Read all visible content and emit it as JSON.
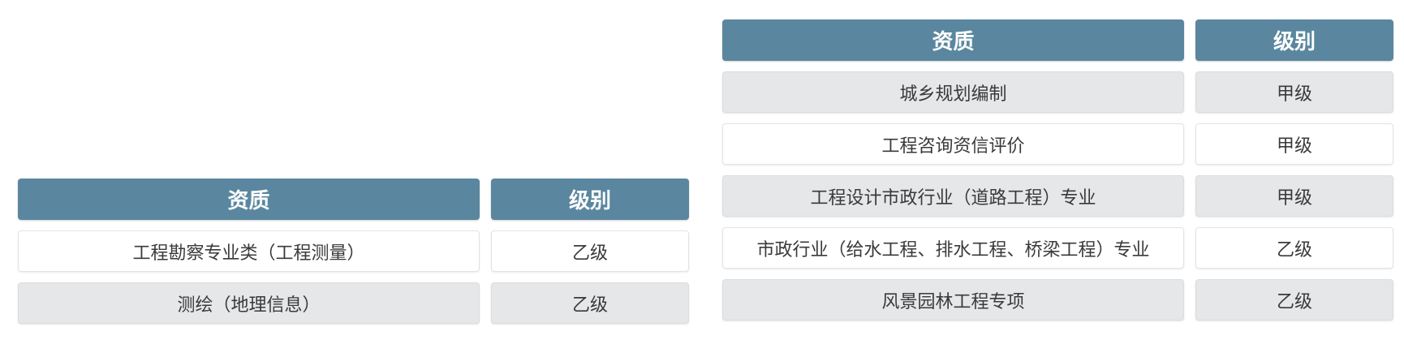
{
  "left_table": {
    "header": {
      "qualification": "资质",
      "level": "级别"
    },
    "rows": [
      {
        "qualification": "工程勘察专业类（工程测量）",
        "level": "乙级"
      },
      {
        "qualification": "测绘（地理信息）",
        "level": "乙级"
      }
    ]
  },
  "right_table": {
    "header": {
      "qualification": "资质",
      "level": "级别"
    },
    "rows": [
      {
        "qualification": "城乡规划编制",
        "level": "甲级"
      },
      {
        "qualification": "工程咨询资信评价",
        "level": "甲级"
      },
      {
        "qualification": "工程设计市政行业（道路工程）专业",
        "level": "甲级"
      },
      {
        "qualification": "市政行业（给水工程、排水工程、桥梁工程）专业",
        "level": "乙级"
      },
      {
        "qualification": "风景园林工程专项",
        "level": "乙级"
      }
    ]
  },
  "colors": {
    "header_bg": "#5a879f",
    "header_text": "#ffffff",
    "row_shaded_bg": "#e6e7e8",
    "row_plain_bg": "#ffffff",
    "body_text": "#3a3a3a"
  }
}
